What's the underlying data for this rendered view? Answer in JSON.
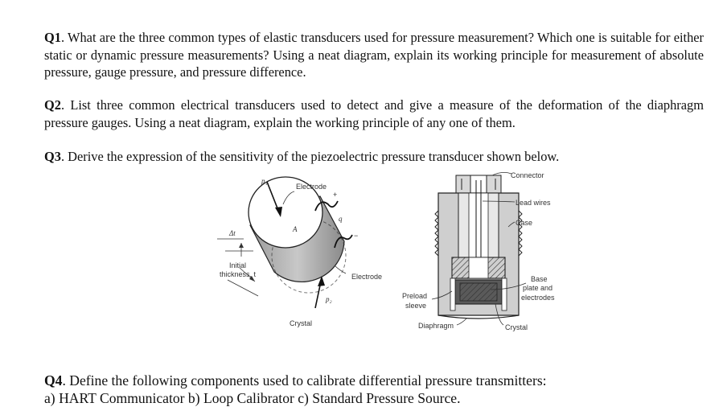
{
  "questions": {
    "q1": {
      "num": "Q1",
      "text": ". What are the three common types of elastic transducers used for pressure measurement? Which one is suitable for either static or dynamic pressure measurements? Using a neat diagram, explain its working principle for measurement of absolute pressure, gauge pressure, and pressure difference."
    },
    "q2": {
      "num": "Q2",
      "text": ". List three common electrical transducers used to detect and give a measure of the deformation of the diaphragm pressure gauges. Using a neat diagram, explain the working principle of any one of them."
    },
    "q3": {
      "num": "Q3",
      "text": ". Derive the expression of the sensitivity of the piezoelectric pressure transducer shown below."
    },
    "q4": {
      "num": "Q4",
      "text": ". Define the following components used to calibrate differential pressure transmitters:",
      "items": "a) HART Communicator b) Loop Calibrator c) Standard Pressure Source."
    }
  },
  "figure_left": {
    "p1": "p₁",
    "electrode_top": "Electrode",
    "plus": "+",
    "q": "q",
    "delta_t": "Δt",
    "area": "A",
    "minus": "−",
    "initial_thickness_line1": "Initial",
    "initial_thickness_line2": "thickness, t",
    "electrode_right": "Electrode",
    "p2": "p₂",
    "crystal": "Crystal"
  },
  "figure_right": {
    "connector": "Connector",
    "lead_wires": "Lead wires",
    "case": "Case",
    "base_line1": "Base",
    "base_line2": "plate and",
    "base_line3": "electrodes",
    "preload_line1": "Preload",
    "preload_line2": "sleeve",
    "diaphragm": "Diaphragm",
    "crystal": "Crystal"
  }
}
